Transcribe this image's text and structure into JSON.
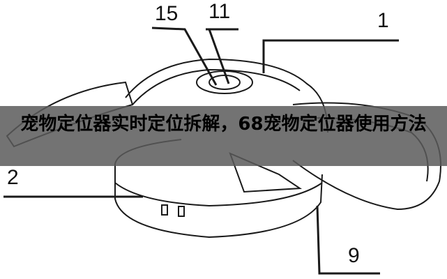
{
  "diagram": {
    "callouts": [
      "15",
      "11",
      "1",
      "2",
      "9"
    ]
  },
  "banner": {
    "title": "宠物定位器实时定位拆解，68宠物定位器使用方法"
  },
  "colors": {
    "line": "#1a1a1a",
    "banner": "#5a5a5a"
  }
}
